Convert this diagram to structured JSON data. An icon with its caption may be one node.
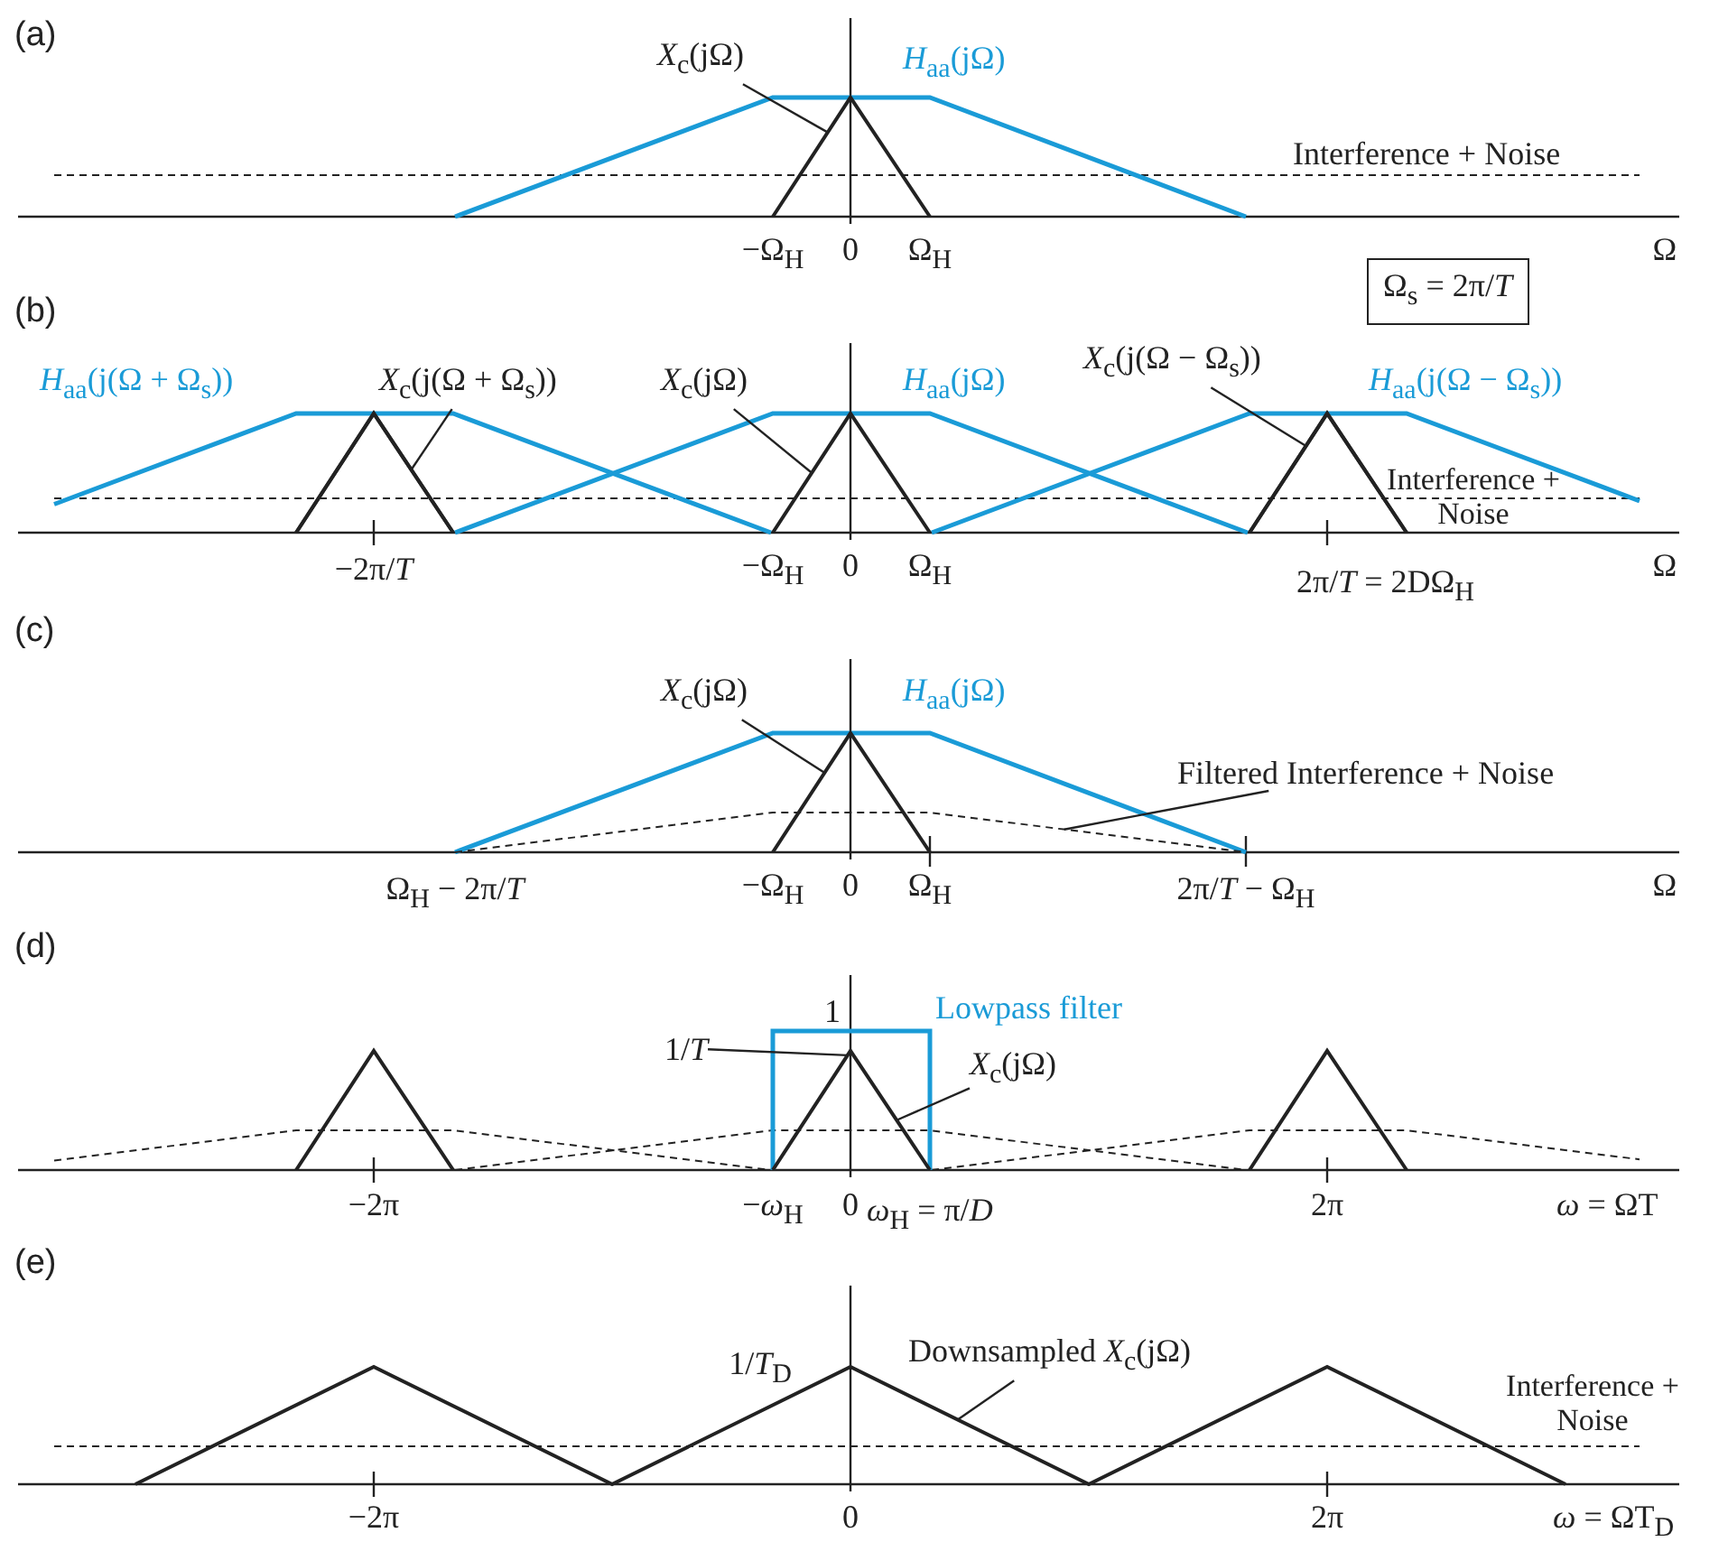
{
  "diagram": {
    "nodes": [
      {
        "text": [
          "*X*$_{c}$(jΩ)"
        ]
      },
      {
        "text": [
          "*X*$_{c}$(j(Ω + Ω$_{s}$))"
        ]
      },
      {
        "text": [
          "*X*$_{c}$(jΩ)"
        ]
      },
      {
        "text": [
          "*X*$_{c}$(j(Ω − Ω$_{s}$))"
        ]
      },
      {
        "text": [
          "Ω$_{s}$ = 2π/*T*"
        ]
      },
      {
        "text": [
          "*X*$_{c}$(jΩ)"
        ]
      },
      {
        "text": [
          "Filtered Interference + Noise"
        ]
      },
      {
        "text": [
          "1/*T*"
        ]
      },
      {
        "text": [
          "*X*$_{c}$(jΩ)"
        ]
      },
      {
        "text": [
          "Downsampled *X*$_{c}$(jΩ)"
        ]
      },
      {
        "text": [],
        "shape": "triangle"
      },
      {
        "text": [],
        "shape": "triangle"
      },
      {
        "text": [],
        "shape": "triangle"
      },
      {
        "text": [],
        "shape": "triangle"
      },
      {
        "text": [],
        "shape": "triangle"
      },
      {
        "text": [],
        "shape": "line"
      },
      {
        "text": [],
        "shape": "triangle"
      },
      {
        "text": [],
        "shape": "line"
      }
    ],
    "edges": [
      {
        "from": 0,
        "to": 10,
        "arrow": "none"
      },
      {
        "from": 1,
        "to": 11,
        "arrow": "none"
      },
      {
        "from": 2,
        "to": 12,
        "arrow": "none"
      },
      {
        "from": 3,
        "to": 13,
        "arrow": "none"
      },
      {
        "from": 5,
        "to": 14,
        "arrow": "none"
      },
      {
        "from": 6,
        "to": 15,
        "arrow": "none"
      },
      {
        "from": 7,
        "to": 16,
        "arrow": "none"
      },
      {
        "from": 8,
        "to": 16,
        "arrow": "none"
      },
      {
        "from": 9,
        "to": 17,
        "arrow": "none"
      }
    ],
    "labels": [
      "(a)",
      "*H*$_{aa}$(jΩ)",
      "Interference + Noise",
      "−Ω$_{H}$",
      "0",
      "Ω$_{H}$",
      "Ω",
      "(b)",
      "*H*$_{aa}$(j(Ω + Ω$_{s}$))",
      "*H*$_{aa}$(jΩ)",
      "*H*$_{aa}$(j(Ω − Ω$_{s}$))",
      "Interference + Noise",
      "−2π/*T*",
      "−Ω$_{H}$",
      "0",
      "Ω$_{H}$",
      "2π/*T* = 2DΩ$_{H}$",
      "Ω",
      "(c)",
      "*H*$_{aa}$(jΩ)",
      "Ω$_{H}$ − 2π/*T*",
      "−Ω$_{H}$",
      "0",
      "Ω$_{H}$",
      "2π/*T* − Ω$_{H}$",
      "Ω",
      "(d)",
      "1",
      "Lowpass filter",
      "−2π",
      "−*ω*$_{H}$",
      "0",
      "*ω*$_{H}$ = π/*D*",
      "2π",
      "*ω* = ΩT",
      "(e)",
      "1/*T*$_{D}$",
      "Interference + Noise",
      "−2π",
      "0",
      "2π",
      "*ω* = ΩT$_{D}$"
    ]
  }
}
